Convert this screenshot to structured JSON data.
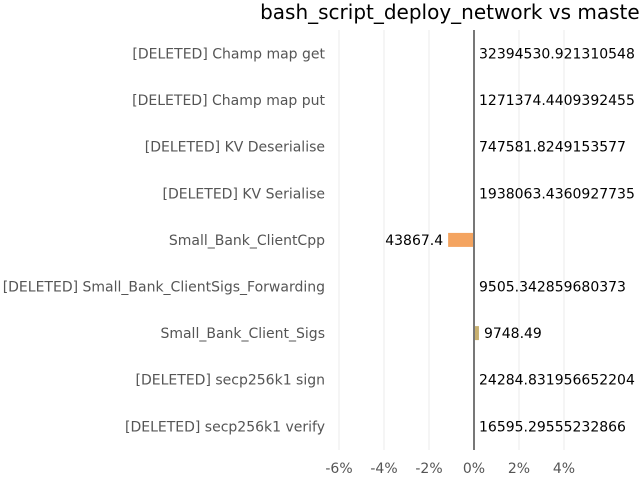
{
  "chart_data": {
    "type": "bar",
    "orientation": "horizontal",
    "title": "bash_script_deploy_network vs master",
    "xlabel": "",
    "ylabel": "",
    "xlim": [
      -6.5,
      6.5
    ],
    "grid": true,
    "legend": "none",
    "x_ticks": [
      -6,
      -4,
      -2,
      0,
      2,
      4
    ],
    "x_tick_labels": [
      "-6%",
      "-4%",
      "-2%",
      "0%",
      "2%",
      "4%"
    ],
    "categories": [
      "[DELETED] Champ map get",
      "[DELETED] Champ map put",
      "[DELETED] KV Deserialise",
      "[DELETED] KV Serialise",
      "Small_Bank_ClientCpp",
      "[DELETED] Small_Bank_ClientSigs_Forwarding",
      "Small_Bank_Client_Sigs",
      "[DELETED] secp256k1 sign",
      "[DELETED] secp256k1 verify"
    ],
    "values": [
      0,
      0,
      0,
      0,
      -1.15,
      0,
      0.22,
      0,
      0
    ],
    "data_labels": [
      "32394530.921310548",
      "1271374.4409392455",
      "747581.8249153577",
      "1938063.4360927735",
      "43867.4",
      "9505.342859680373",
      "9748.49",
      "24284.831956652204",
      "16595.29555232866"
    ],
    "bar_colors": [
      "#f4a460",
      "#f4a460",
      "#f4a460",
      "#f4a460",
      "#f4a460",
      "#f4a460",
      "#c8b070",
      "#f4a460",
      "#f4a460"
    ]
  }
}
